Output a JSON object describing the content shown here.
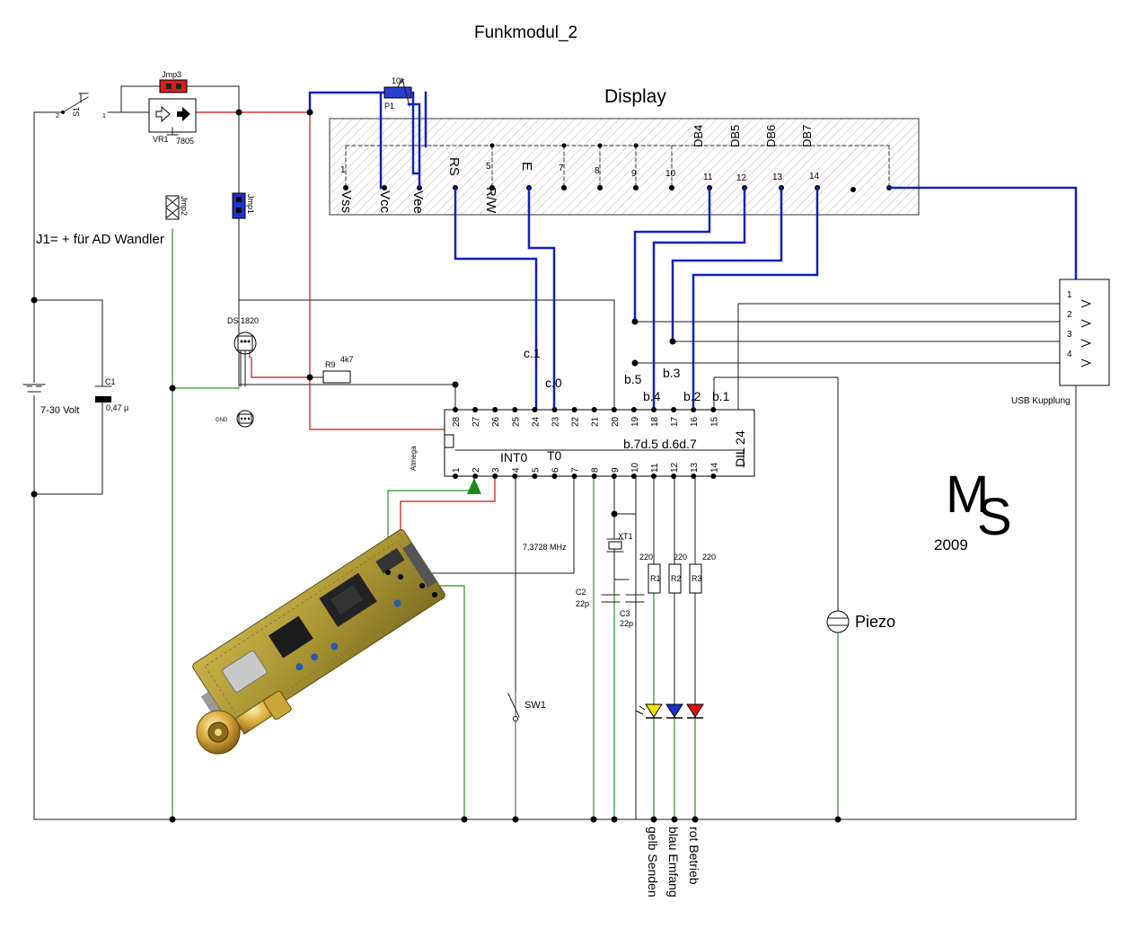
{
  "title": "Funkmodul_2",
  "display": {
    "label": "Display",
    "bus_labels": [
      "DB4",
      "DB5",
      "DB6",
      "DB7"
    ],
    "pin_numbers": [
      "1",
      "5",
      "7",
      "8",
      "9",
      "10",
      "11",
      "12",
      "13",
      "14"
    ],
    "signals": [
      "Vss",
      "Vcc",
      "Vee",
      "RS",
      "R/W",
      "E"
    ]
  },
  "power": {
    "switch": "S1",
    "switch_pin1": "2",
    "switch_pin2": "1",
    "regulator_ref": "VR1",
    "regulator_type": "7805",
    "jumper3": "Jmp3",
    "jumper2": "Jmp2",
    "jumper1": "Jmp1",
    "jumper_note": "J1= + für AD Wandler",
    "battery": "7-30 Volt",
    "cap_ref": "C1",
    "cap_value": "0,47 µ"
  },
  "pot": {
    "value": "10k",
    "ref": "P1"
  },
  "sensor": {
    "name": "DS 1820",
    "gnd": "GND",
    "resistor_ref": "R9",
    "resistor_value": "4k7"
  },
  "mcu": {
    "name": "Atmega",
    "package": "DIL 24",
    "top_pins": [
      "28",
      "27",
      "26",
      "25",
      "24",
      "23",
      "22",
      "21",
      "20",
      "19",
      "18",
      "17",
      "16",
      "15"
    ],
    "bottom_pins": [
      "1",
      "2",
      "3",
      "4",
      "5",
      "6",
      "7",
      "8",
      "9",
      "10",
      "11",
      "12",
      "13",
      "14"
    ],
    "inner_top": "b.7d.5  d.6d.7",
    "inner_int0": "INT0",
    "inner_t0": "T0",
    "port_labels": [
      "c.1",
      "c.0",
      "b.5",
      "b.4",
      "b.3",
      "b.2",
      "b.1"
    ]
  },
  "crystal": {
    "freq": "7,3728 MHz",
    "ref": "XT1",
    "c2": "C2",
    "c2_value": "22p",
    "c3": "C3",
    "c3_value": "22p"
  },
  "leds": {
    "r1": "R1",
    "r2": "R2",
    "r3": "R3",
    "value": "220",
    "labels": [
      "gelb Senden",
      "blau Emfang",
      "rot Betrieb"
    ],
    "colors": [
      "#f2e600",
      "#1a2fd6",
      "#e01010"
    ]
  },
  "switch2": "SW1",
  "piezo": "Piezo",
  "usb": {
    "label": "USB Kupplung",
    "pins": [
      "1",
      "2",
      "3",
      "4"
    ]
  },
  "logo": {
    "letters": "MS",
    "year": "2009"
  }
}
